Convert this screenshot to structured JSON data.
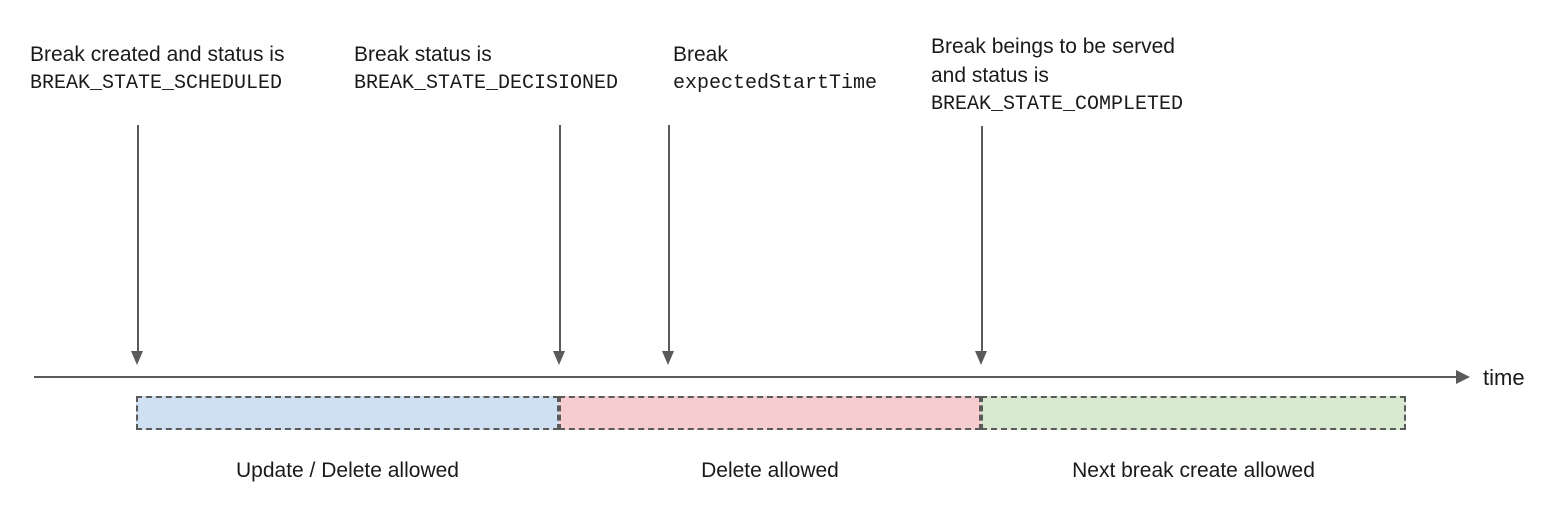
{
  "diagram": {
    "axis": {
      "label": "time",
      "arrow_icon": "arrow-right-icon"
    },
    "events": [
      {
        "id": "scheduled",
        "lines": [
          {
            "text": "Break created and status is",
            "mono": false
          },
          {
            "text": "BREAK_STATE_SCHEDULED",
            "mono": true
          }
        ],
        "arrow_icon": "arrow-down-icon"
      },
      {
        "id": "decisioned",
        "lines": [
          {
            "text": "Break status is",
            "mono": false
          },
          {
            "text": "BREAK_STATE_DECISIONED",
            "mono": true
          }
        ],
        "arrow_icon": "arrow-down-icon"
      },
      {
        "id": "expected-start-time",
        "lines": [
          {
            "text": "Break",
            "mono": false
          },
          {
            "text": "expectedStartTime",
            "mono": true
          }
        ],
        "arrow_icon": "arrow-down-icon"
      },
      {
        "id": "completed",
        "lines": [
          {
            "text": "Break beings to be served",
            "mono": false
          },
          {
            "text": "and status is",
            "mono": false
          },
          {
            "text": "BREAK_STATE_COMPLETED",
            "mono": true
          }
        ],
        "arrow_icon": "arrow-down-icon"
      }
    ],
    "phases": [
      {
        "id": "update-delete",
        "caption": "Update / Delete allowed",
        "fill": "#cfe0f2",
        "border": "#5a5a5a"
      },
      {
        "id": "delete-only",
        "caption": "Delete allowed",
        "fill": "#f6ccd0",
        "border": "#5a5a5a"
      },
      {
        "id": "next-break-create",
        "caption": "Next break create allowed",
        "fill": "#d7e9cf",
        "border": "#5a5a5a"
      }
    ]
  }
}
